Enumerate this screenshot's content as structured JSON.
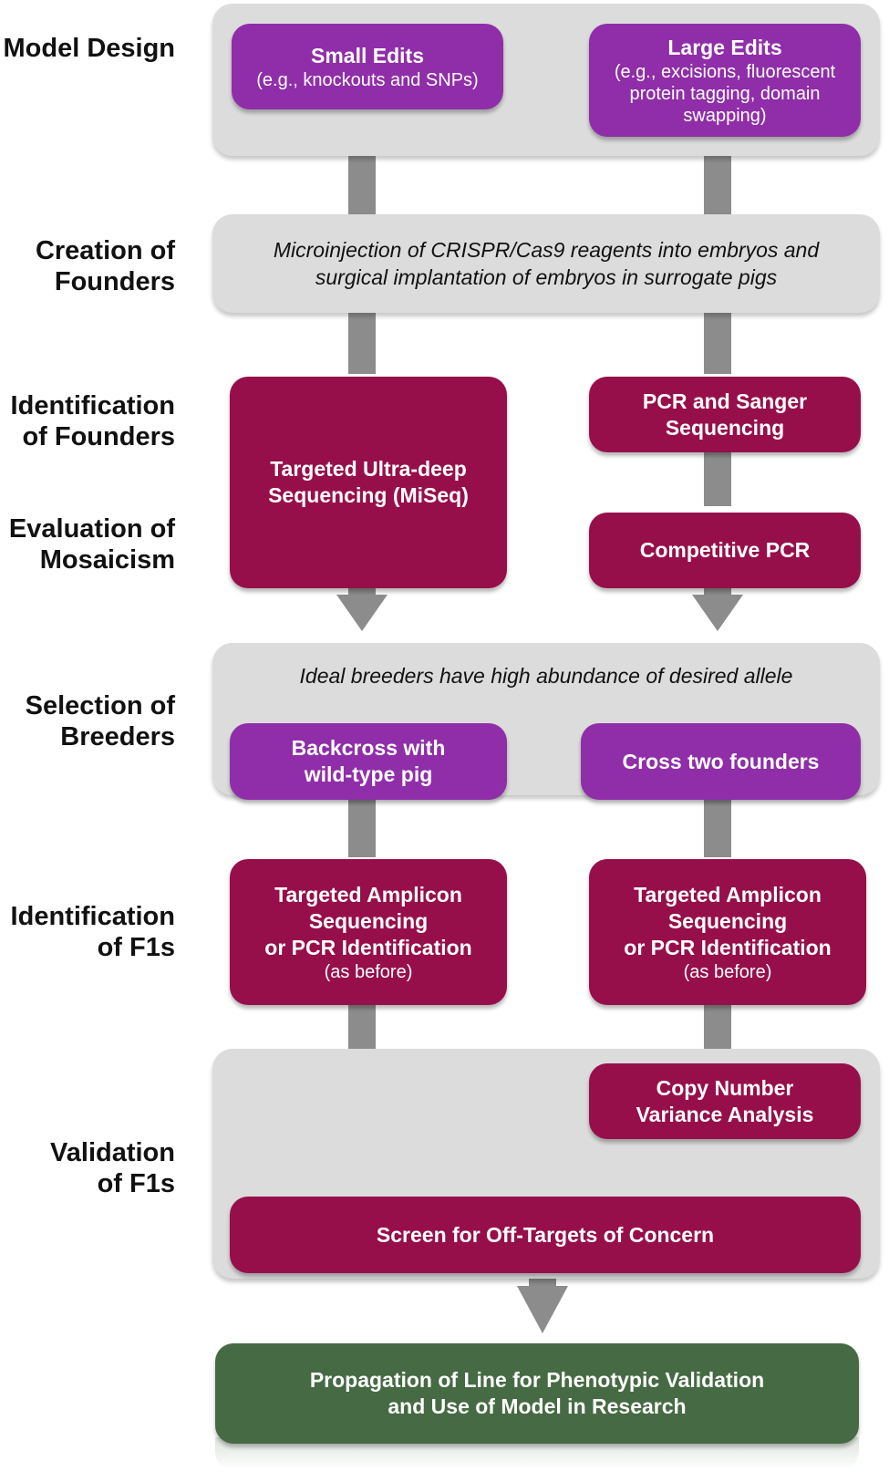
{
  "stages": {
    "model_design": [
      "Model Design"
    ],
    "creation_of_founders": [
      "Creation of",
      "Founders"
    ],
    "identification_of_founders": [
      "Identification",
      "of Founders"
    ],
    "evaluation_of_mosaicism": [
      "Evaluation of",
      "Mosaicism"
    ],
    "selection_of_breeders": [
      "Selection of",
      "Breeders"
    ],
    "identification_of_f1s": [
      "Identification",
      "of F1s"
    ],
    "validation_of_f1s": [
      "Validation",
      "of F1s"
    ]
  },
  "boxes": {
    "small_edits": {
      "title": "Small Edits",
      "detail": "(e.g., knockouts and SNPs)"
    },
    "large_edits": {
      "title": "Large Edits",
      "detail": [
        "(e.g., excisions, fluorescent",
        "protein tagging, domain",
        "swapping)"
      ]
    },
    "microinjection": [
      "Microinjection of CRISPR/Cas9 reagents into embryos and",
      "surgical implantation of embryos in surrogate pigs"
    ],
    "targeted_ultradeep": [
      "Targeted Ultra-deep",
      "Sequencing (MiSeq)"
    ],
    "pcr_sanger": [
      "PCR and Sanger",
      "Sequencing"
    ],
    "competitive_pcr": "Competitive PCR",
    "ideal_breeders": "Ideal breeders have high abundance of desired allele",
    "backcross": [
      "Backcross with",
      "wild-type pig"
    ],
    "cross_founders": "Cross two founders",
    "amplicon_left": {
      "lines": [
        "Targeted Amplicon",
        "Sequencing",
        "or PCR Identification"
      ],
      "note": "(as before)"
    },
    "amplicon_right": {
      "lines": [
        "Targeted Amplicon",
        "Sequencing",
        "or PCR Identification"
      ],
      "note": "(as before)"
    },
    "copy_number": [
      "Copy Number",
      "Variance Analysis"
    ],
    "off_targets": "Screen for Off-Targets of Concern",
    "propagation": [
      "Propagation of Line for Phenotypic Validation",
      "and Use of Model in Research"
    ]
  },
  "colors": {
    "panel": "#dcdcdc",
    "purple": "#8f2ea8",
    "crimson": "#960f4b",
    "green": "#466a43",
    "arrow": "#8c8c8c"
  }
}
